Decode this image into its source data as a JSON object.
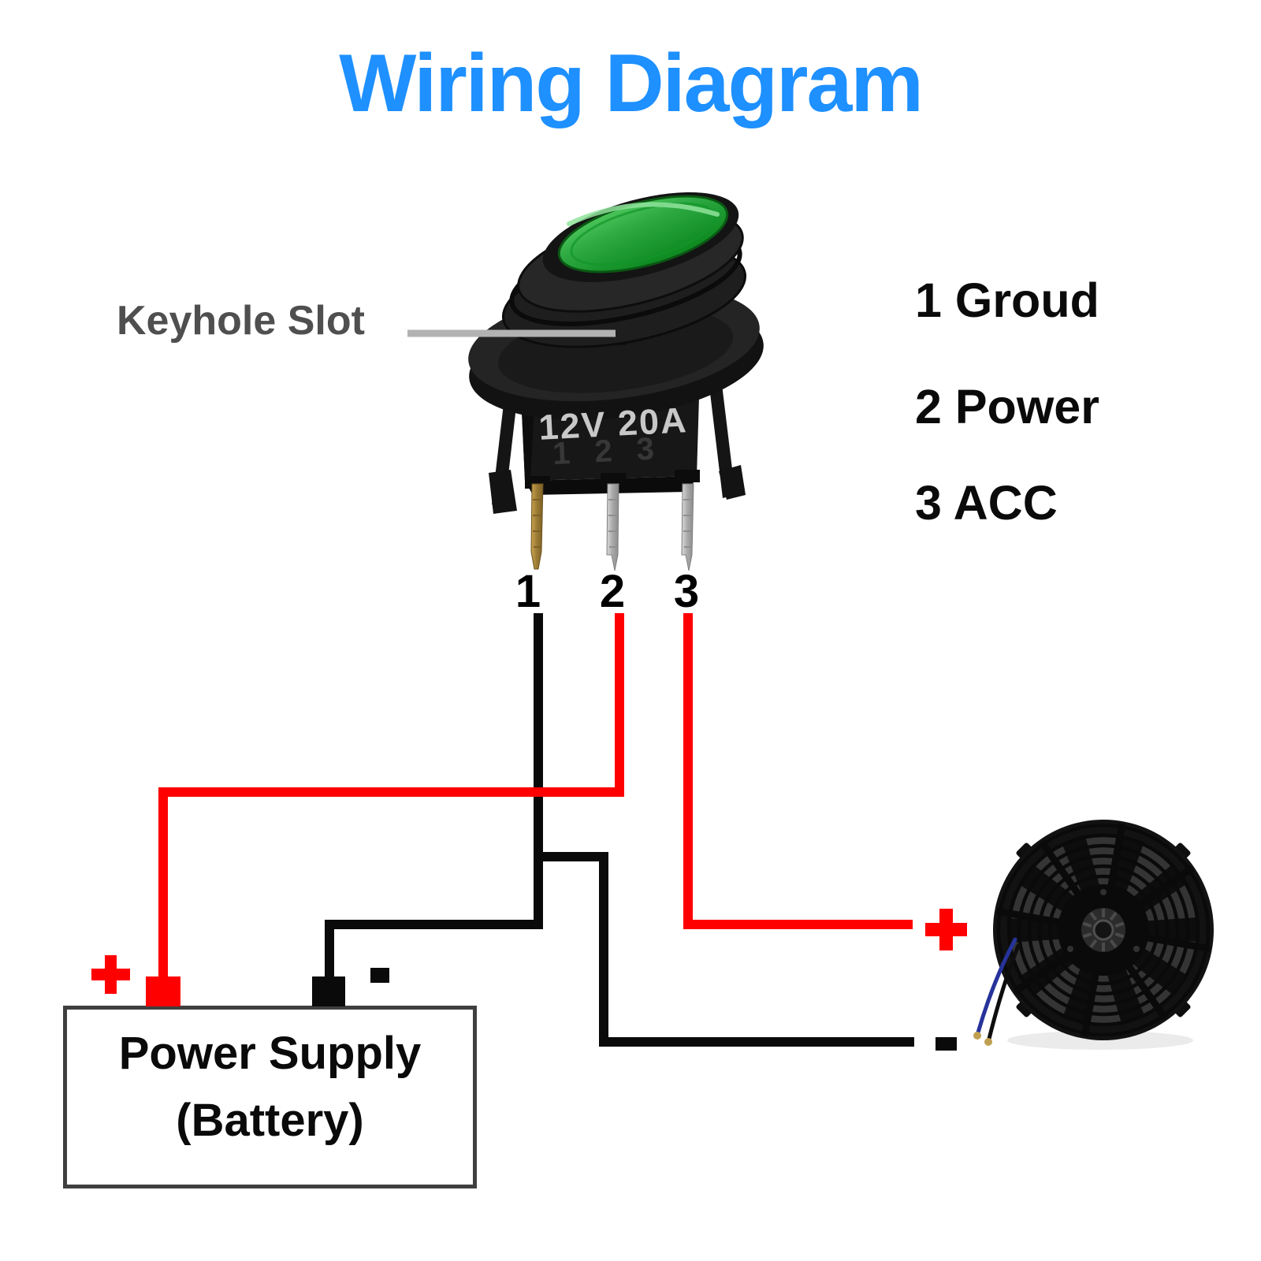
{
  "title": "Wiring Diagram",
  "keyhole_label": "Keyhole Slot",
  "legend": {
    "items": [
      "1 Groud",
      "2 Power",
      "3 ACC"
    ]
  },
  "switch": {
    "rating": "12V 20A",
    "embossed_pins": "123",
    "pin_labels": [
      "1",
      "2",
      "3"
    ]
  },
  "battery": {
    "name_line1": "Power Supply",
    "name_line2": "(Battery)"
  },
  "colors": {
    "title_blue": "#1E90FF",
    "wire_red": "#FE0000",
    "wire_black": "#0A0A0A",
    "leader_gray": "#B2B2B2",
    "label_gray": "#4F4F4F",
    "lens_green": "#2FB13C",
    "battery_border": "#3F3F3F"
  }
}
